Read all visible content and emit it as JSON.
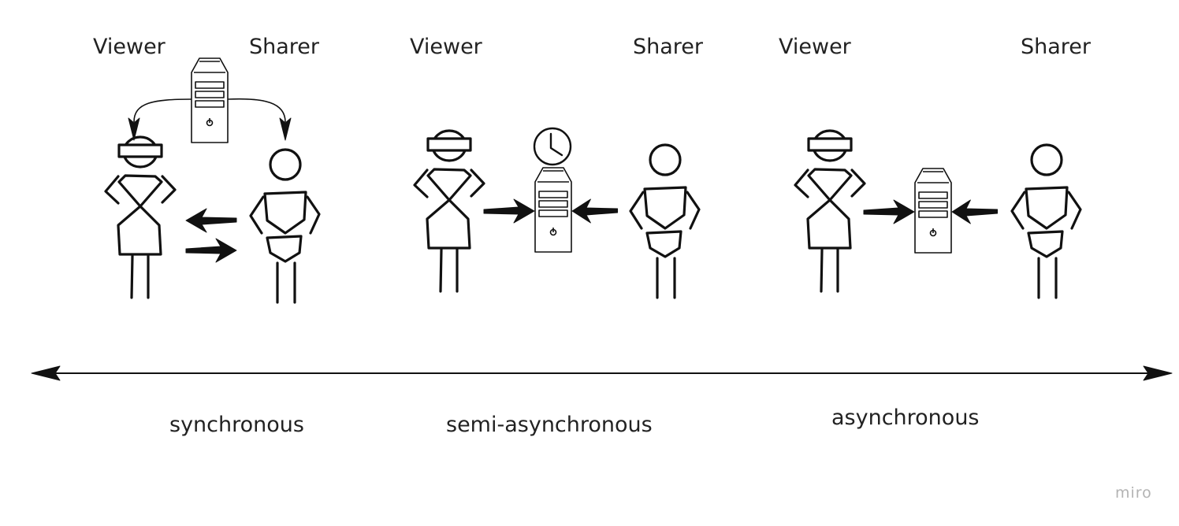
{
  "panels": [
    {
      "viewer_label": "Viewer",
      "sharer_label": "Sharer",
      "mode_label": "synchronous"
    },
    {
      "viewer_label": "Viewer",
      "sharer_label": "Sharer",
      "mode_label": "semi-asynchronous"
    },
    {
      "viewer_label": "Viewer",
      "sharer_label": "Sharer",
      "mode_label": "asynchronous"
    }
  ],
  "watermark": "miro",
  "colors": {
    "ink": "#111111",
    "text": "#222222",
    "watermark": "#b3b3b3",
    "background": "#ffffff"
  }
}
